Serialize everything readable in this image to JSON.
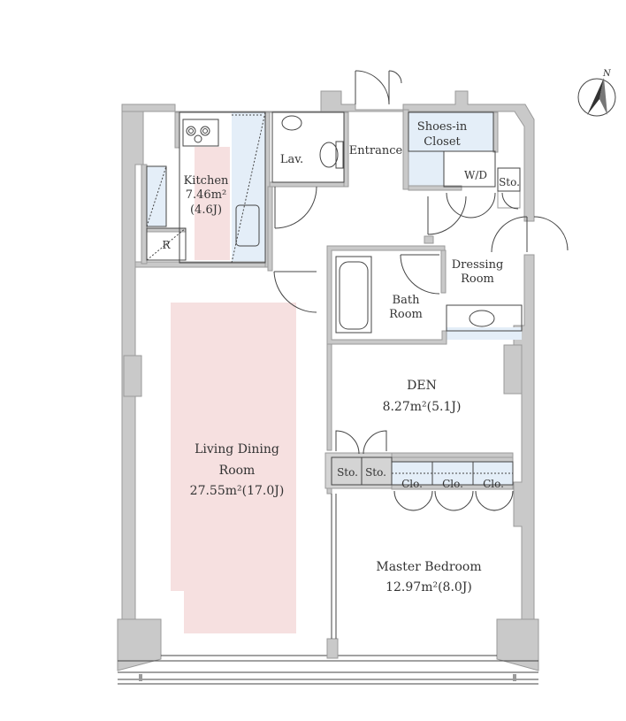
{
  "compass": {
    "label": "N"
  },
  "rooms": {
    "kitchen": {
      "name": "Kitchen",
      "area": "7.46m²",
      "tatami": "(4.6J)"
    },
    "refrigerator": {
      "label": "R"
    },
    "lavatory": {
      "name": "Lav."
    },
    "entrance": {
      "name": "Entrance"
    },
    "shoes_closet": {
      "name_line1": "Shoes-in",
      "name_line2": "Closet"
    },
    "washer": {
      "label": "W/D"
    },
    "storage_north": {
      "label": "Sto."
    },
    "dressing": {
      "name_line1": "Dressing",
      "name_line2": "Room"
    },
    "bath": {
      "name_line1": "Bath",
      "name_line2": "Room"
    },
    "den": {
      "name": "DEN",
      "area": "8.27m²(5.1J)"
    },
    "living": {
      "name_line1": "Living Dining",
      "name_line2": "Room",
      "area": "27.55m²(17.0J)"
    },
    "storage_a": {
      "label": "Sto."
    },
    "storage_b": {
      "label": "Sto."
    },
    "closets": [
      "Clo.",
      "Clo.",
      "Clo."
    ],
    "master": {
      "name": "Master Bedroom",
      "area": "12.97m²(8.0J)"
    }
  },
  "colors": {
    "wall": "#c9c9c9",
    "wall_stroke": "#9a9a9a",
    "line": "#444444",
    "highlight_pink": "#f6e0e0",
    "highlight_blue": "#e4eef8"
  }
}
